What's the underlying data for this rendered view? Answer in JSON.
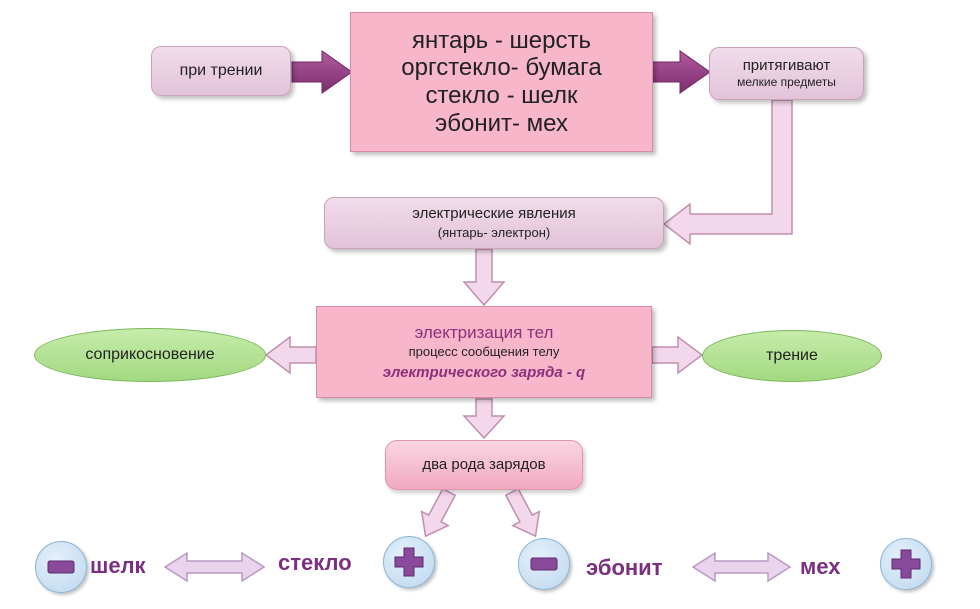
{
  "top": {
    "left_box": "при трении",
    "main_lines": [
      "янтарь - шерсть",
      "оргстекло- бумага",
      "стекло - шелк",
      "эбонит- мех"
    ],
    "right_box": {
      "line1": "притягивают",
      "line2": "мелкие предметы"
    }
  },
  "phenomena": {
    "line1": "электрические явления",
    "line2": "(янтарь- электрон)"
  },
  "electrification": {
    "line1": "электризация тел",
    "line2": "процесс сообщения телу",
    "line3": "электрического заряда - q"
  },
  "methods": {
    "left": "соприкосновение",
    "right": "трение"
  },
  "charge_types": "два рода зарядов",
  "bottom": {
    "silk": "шелк",
    "glass": "стекло",
    "ebonite": "эбонит",
    "fur": "мех",
    "signs": [
      "minus-icon",
      "plus-icon",
      "minus-icon",
      "plus-icon"
    ]
  },
  "colors": {
    "main_box": "#f7b6c9",
    "lavender_box": "#e2c3d8",
    "oval": "#a3d982",
    "arrow_dark": "#8e3a7e",
    "arrow_light": "#f3d7ea",
    "text_accent": "#7a2f80",
    "sign_fill": "#8a4a9c"
  }
}
